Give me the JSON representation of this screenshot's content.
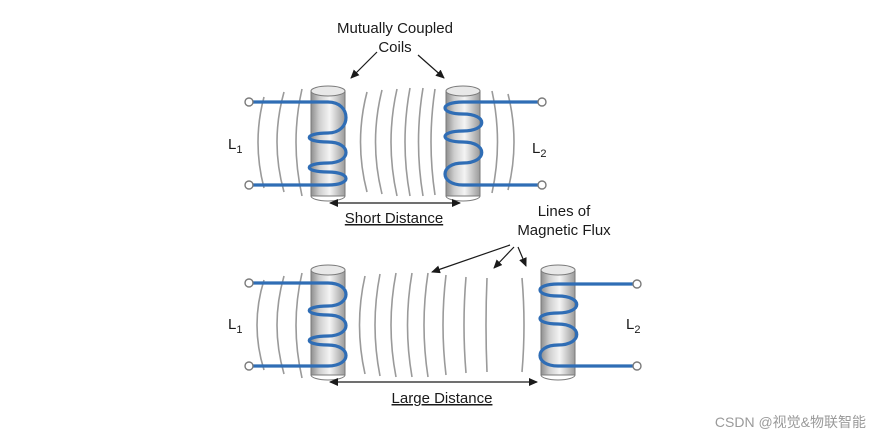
{
  "labels": {
    "coupled_line1": "Mutually Coupled",
    "coupled_line2": "Coils",
    "flux_line1": "Lines of",
    "flux_line2": "Magnetic Flux",
    "short_distance": "Short Distance",
    "large_distance": "Large Distance",
    "L_letter": "L",
    "L1_sub": "1",
    "L2_sub": "2"
  },
  "watermark": "CSDN @视觉&物联智能",
  "colors": {
    "wire": "#2f6db5",
    "flux": "#9a9a9a",
    "core_dark": "#8e8e8e",
    "core_light": "#f2f2f2",
    "terminal": "#7a7a7a",
    "text": "#1a1a1a"
  }
}
